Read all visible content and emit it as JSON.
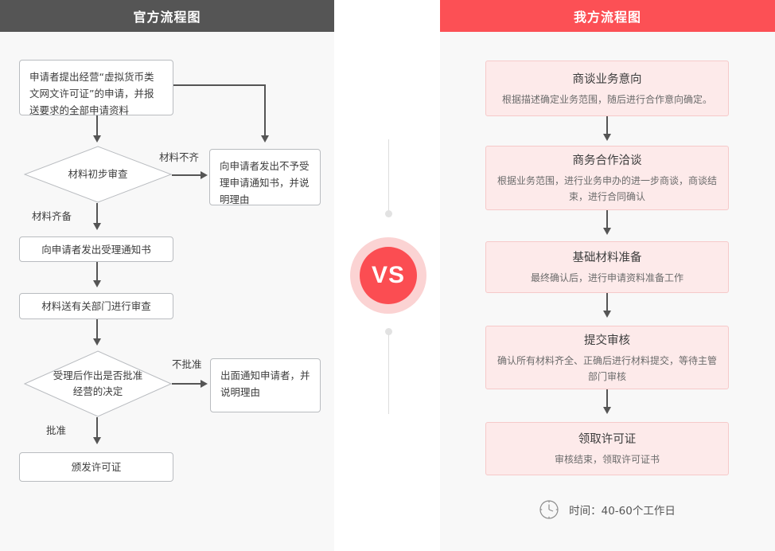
{
  "left_panel": {
    "header_title": "官方流程图",
    "header_bg": "#555555",
    "nodes": {
      "apply": "申请者提出经营“虚拟货币类文网文许可证”的申请，并报送要求的全部申请资料",
      "first_review": "材料初步审查",
      "reject_notice": "向申请者发出不予受理申请通知书，并说明理由",
      "accept_notice": "向申请者发出受理通知书",
      "send_dept": "材料送有关部门进行审查",
      "decision": "受理后作出是否批准经营的决定",
      "disapprove_notice": "出面通知申请者，并说明理由",
      "issue_license": "颁发许可证"
    },
    "edge_labels": {
      "incomplete": "材料不齐",
      "complete": "材料齐备",
      "not_approved": "不批准",
      "approved": "批准"
    }
  },
  "middle": {
    "vs_label": "VS",
    "circle_color": "#fb4d52",
    "ring_color": "#fbd3d3"
  },
  "right_panel": {
    "header_title": "我方流程图",
    "header_bg": "#fc5055",
    "cards": [
      {
        "title": "商谈业务意向",
        "desc": "根据描述确定业务范围，随后进行合作意向确定。"
      },
      {
        "title": "商务合作洽谈",
        "desc": "根据业务范围，进行业务申办的进一步商谈，商谈结束，进行合同确认"
      },
      {
        "title": "基础材料准备",
        "desc": "最终确认后，进行申请资料准备工作"
      },
      {
        "title": "提交审核",
        "desc": "确认所有材料齐全、正确后进行材料提交，等待主管部门审核"
      },
      {
        "title": "领取许可证",
        "desc": "审核结束，领取许可证书"
      }
    ],
    "time_note": "时间：40-60个工作日",
    "time_icon": "clock-icon"
  }
}
